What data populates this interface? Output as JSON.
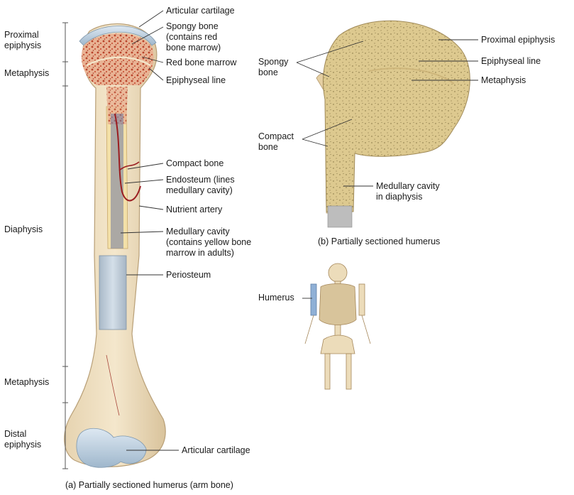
{
  "left_regions": {
    "proximal_epiphysis": "Proximal\nepiphysis",
    "metaphysis_top": "Metaphysis",
    "diaphysis": "Diaphysis",
    "metaphysis_bottom": "Metaphysis",
    "distal_epiphysis": "Distal\nepiphysis"
  },
  "labels_a": {
    "articular_cartilage_top": "Articular cartilage",
    "spongy_bone": "Spongy  bone\n(contains red\nbone marrow)",
    "red_bone_marrow": "Red bone marrow",
    "epiphyseal_line": "Epiphyseal line",
    "compact_bone": "Compact bone",
    "endosteum": "Endosteum (lines\nmedullary cavity)",
    "nutrient_artery": "Nutrient artery",
    "medullary_cavity": "Medullary cavity\n(contains yellow bone\nmarrow in adults)",
    "periosteum": "Periosteum",
    "articular_cartilage_bottom": "Articular cartilage"
  },
  "labels_b": {
    "spongy_bone": "Spongy\nbone",
    "compact_bone": "Compact\nbone",
    "proximal_epiphysis": "Proximal epiphysis",
    "epiphyseal_line": "Epiphyseal line",
    "metaphysis": "Metaphysis",
    "medullary_cavity": "Medullary cavity\nin diaphysis"
  },
  "labels_c": {
    "humerus": "Humerus"
  },
  "captions": {
    "a": "(a) Partially sectioned humerus (arm bone)",
    "b": "(b) Partially sectioned humerus"
  }
}
